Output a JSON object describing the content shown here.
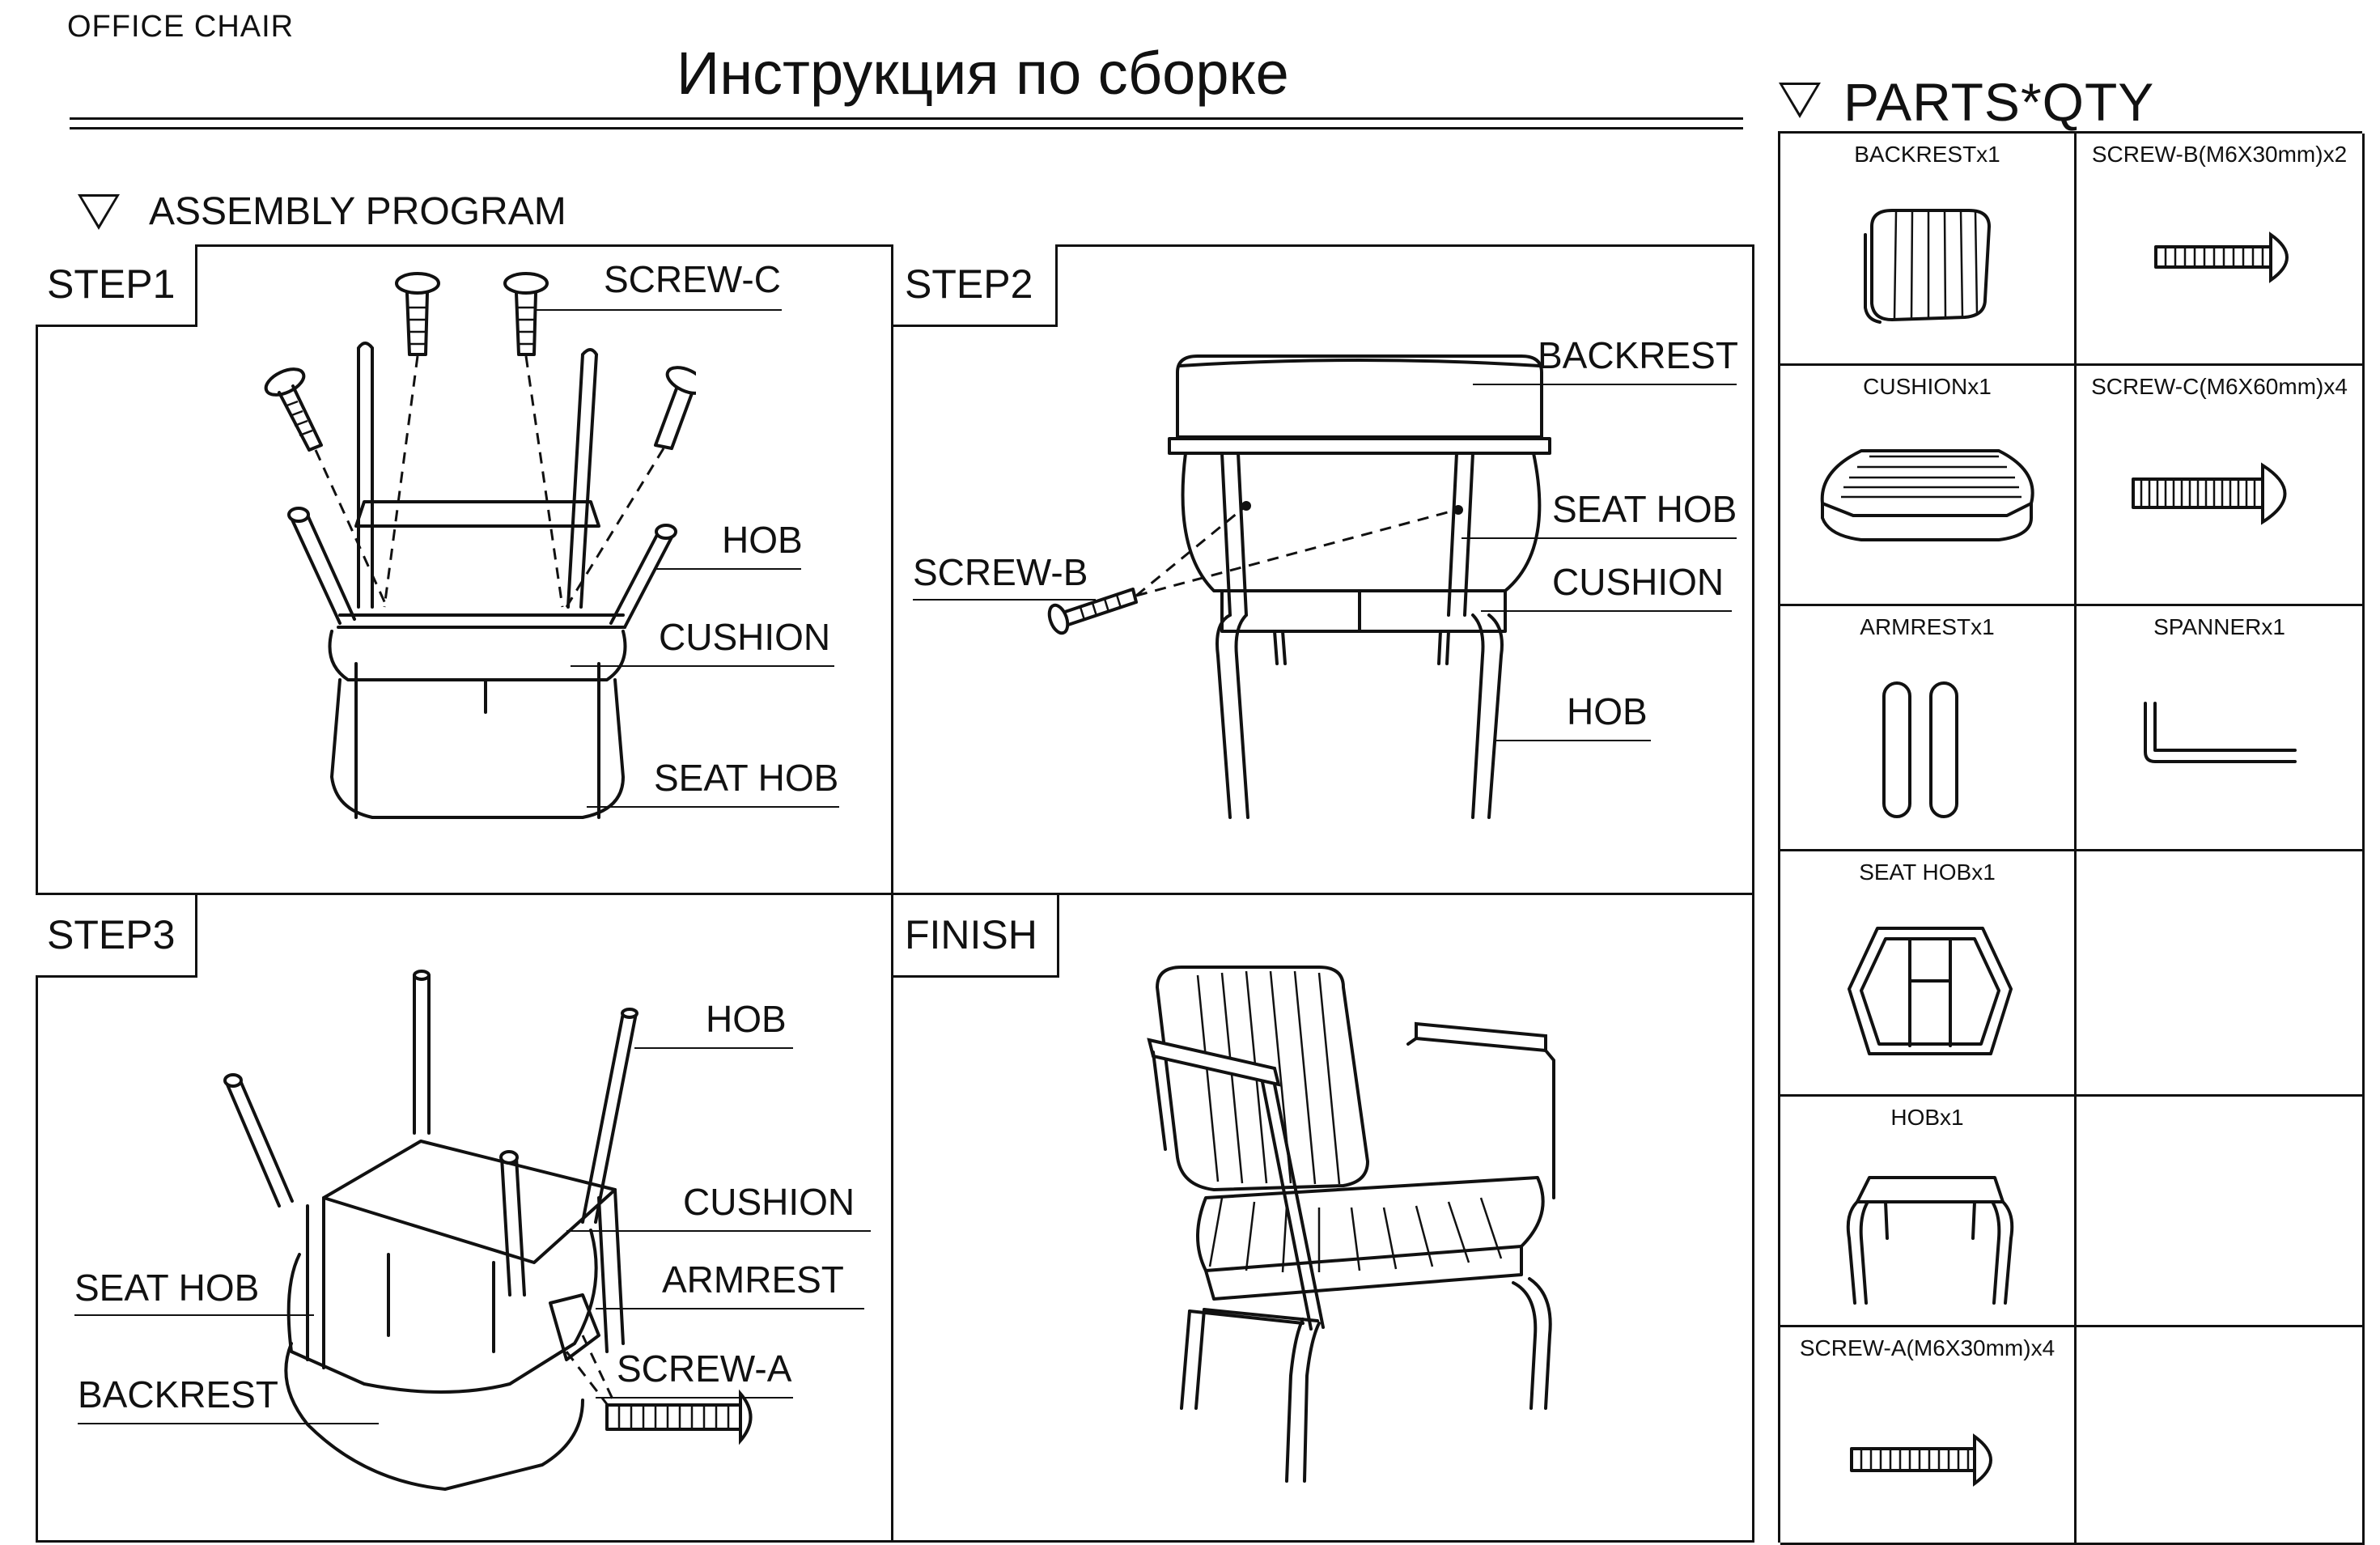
{
  "header": {
    "product": "OFFICE CHAIR",
    "title": "Инструкция по сборке"
  },
  "assembly": {
    "title": "ASSEMBLY PROGRAM",
    "steps": [
      {
        "tag": "STEP1",
        "labels": [
          "SCREW-C",
          "HOB",
          "CUSHION",
          "SEAT HOB"
        ]
      },
      {
        "tag": "STEP2",
        "labels": [
          "BACKREST",
          "SCREW-B",
          "SEAT HOB",
          "CUSHION",
          "HOB"
        ]
      },
      {
        "tag": "STEP3",
        "labels": [
          "HOB",
          "CUSHION",
          "SEAT HOB",
          "ARMREST",
          "BACKREST",
          "SCREW-A"
        ]
      },
      {
        "tag": "FINISH",
        "labels": []
      }
    ]
  },
  "parts": {
    "title": "PARTS*QTY",
    "items": [
      {
        "label": "BACKRESTx1",
        "icon": "backrest-icon"
      },
      {
        "label": "SCREW-B(M6X30mm)x2",
        "icon": "screw-icon"
      },
      {
        "label": "CUSHIONx1",
        "icon": "cushion-icon"
      },
      {
        "label": "SCREW-C(M6X60mm)x4",
        "icon": "screw-icon"
      },
      {
        "label": "ARMRESTx1",
        "icon": "armrest-icon"
      },
      {
        "label": "SPANNERx1",
        "icon": "spanner-icon"
      },
      {
        "label": "SEAT HOBx1",
        "icon": "seat-hob-icon"
      },
      {
        "label": "HOBx1",
        "icon": "hob-icon"
      },
      {
        "label": "SCREW-A(M6X30mm)x4",
        "icon": "screw-icon"
      }
    ]
  }
}
